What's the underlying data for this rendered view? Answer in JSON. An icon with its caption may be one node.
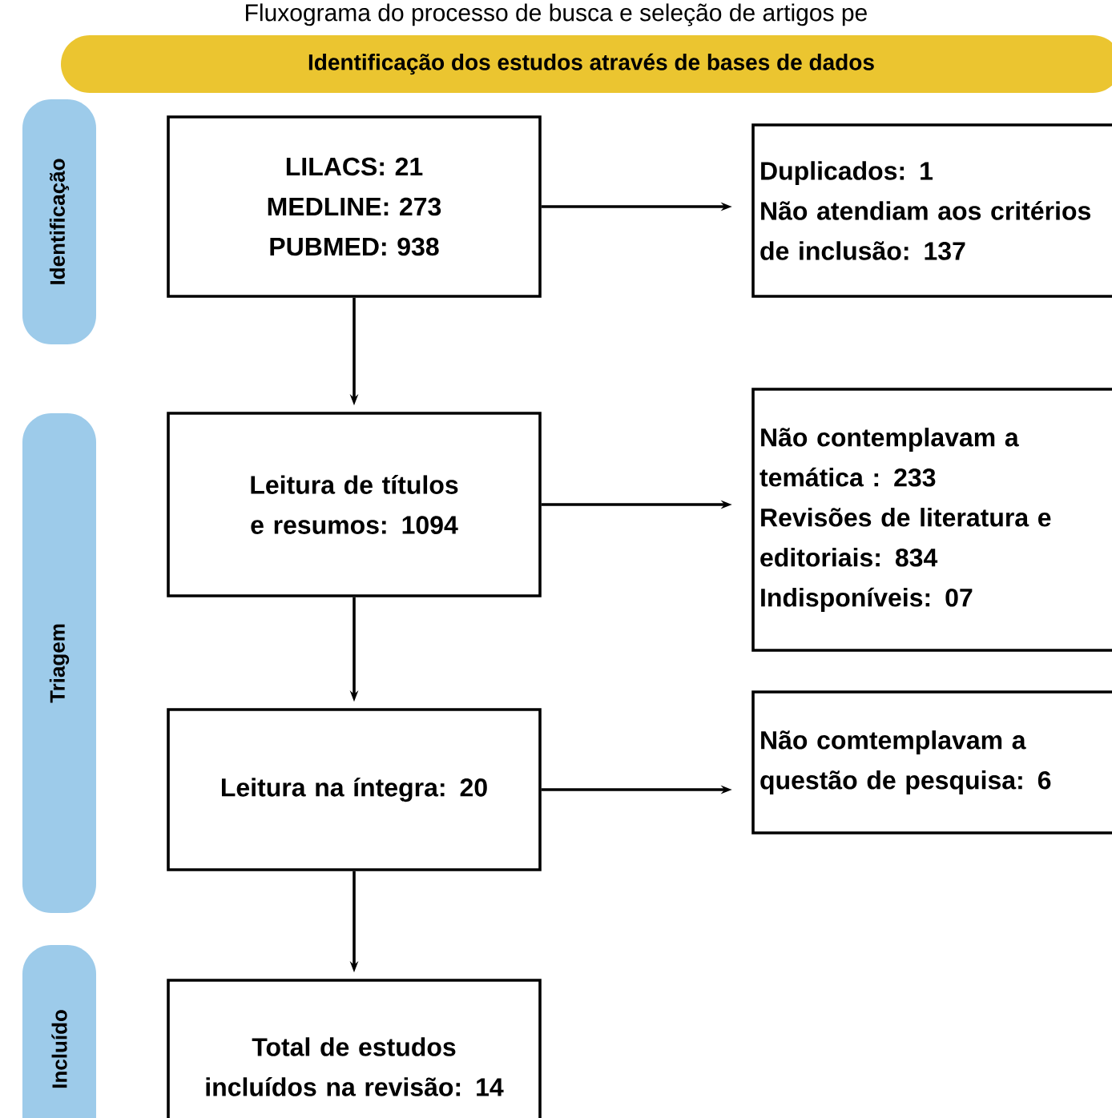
{
  "diagram": {
    "title": "Fluxograma do processo de busca e seleção de artigos pe",
    "nodes": [
      {
        "text": [
          "Identificação dos estudos através de bases de dados"
        ]
      },
      {
        "text": [
          "Identificação"
        ]
      },
      {
        "text": [
          "Triagem"
        ]
      },
      {
        "text": [
          "Incluído"
        ]
      },
      {
        "text": [
          "LILACS: 21",
          "MEDLINE: 273",
          "PUBMED: 938"
        ]
      },
      {
        "text": [
          "Duplicados: 1",
          "Não atendiam aos critérios de inclusão: 137"
        ]
      },
      {
        "text": [
          "Leitura de títulos e resumos: 1094"
        ]
      },
      {
        "text": [
          "Não contemplavam a temática : 233",
          "Revisões de literatura e editoriais: 834",
          "Indisponíveis: 07"
        ]
      },
      {
        "text": [
          "Leitura na íntegra: 20"
        ]
      },
      {
        "text": [
          "Não comtemplavam a questão de pesquisa: 6"
        ]
      },
      {
        "text": [
          "Total de estudos incluídos na revisão: 14"
        ]
      }
    ],
    "edges": [
      {
        "from": 4,
        "to": 5,
        "arrow": "to"
      },
      {
        "from": 4,
        "to": 6,
        "arrow": "to"
      },
      {
        "from": 6,
        "to": 7,
        "arrow": "to"
      },
      {
        "from": 6,
        "to": 8,
        "arrow": "to"
      },
      {
        "from": 8,
        "to": 9,
        "arrow": "to"
      },
      {
        "from": 8,
        "to": 10,
        "arrow": "to"
      }
    ]
  }
}
